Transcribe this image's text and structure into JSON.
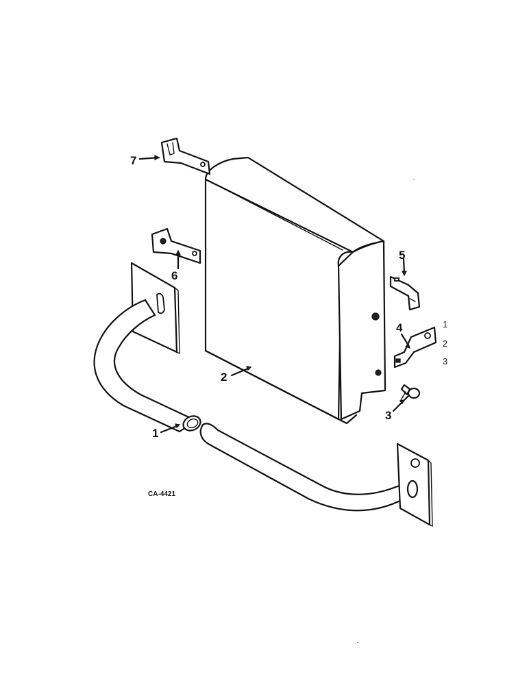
{
  "diagram": {
    "drawing_code": "CA-4421",
    "callouts": [
      {
        "id": "c1",
        "label": "1"
      },
      {
        "id": "c2",
        "label": "2"
      },
      {
        "id": "c3",
        "label": "3"
      },
      {
        "id": "c4",
        "label": "4"
      },
      {
        "id": "c5",
        "label": "5"
      },
      {
        "id": "c6",
        "label": "6"
      },
      {
        "id": "c7",
        "label": "7"
      }
    ],
    "edge_labels": [
      "1",
      "2",
      "3"
    ]
  }
}
